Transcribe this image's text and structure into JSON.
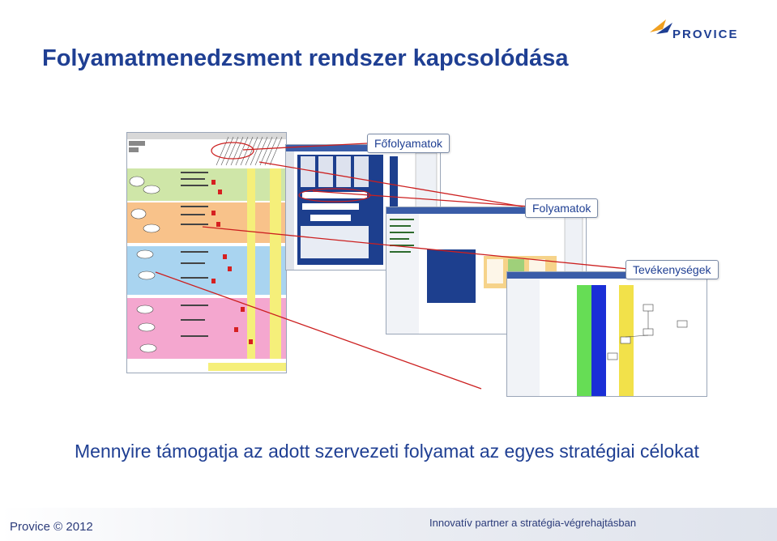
{
  "page": {
    "title": "Folyamatmenedzsment rendszer kapcsolódása",
    "subtitle": "Mennyire támogatja az adott szervezeti folyamat  az egyes stratégiai célokat",
    "footer_left": "Provice © 2012",
    "footer_right": "Innovatív partner a stratégia-végrehajtásban"
  },
  "logo": {
    "text": "PROVICE",
    "icon": "provice-bird-logo"
  },
  "callouts": {
    "fofolyamatok": "Főfolyamatok",
    "folyamatok": "Folyamatok",
    "tevekenysegek": "Tevékenységek"
  },
  "colors": {
    "title_blue": "#1f3f93",
    "connector_red": "#cc1f1f",
    "matrix_green": "#cfe6a8",
    "matrix_orange": "#f8c28a",
    "matrix_blue": "#a9d4f0",
    "matrix_pink": "#f4a7cf",
    "lane_green": "#66dd55",
    "lane_blue": "#1a2fd6",
    "lane_yellow": "#f2e14a"
  }
}
